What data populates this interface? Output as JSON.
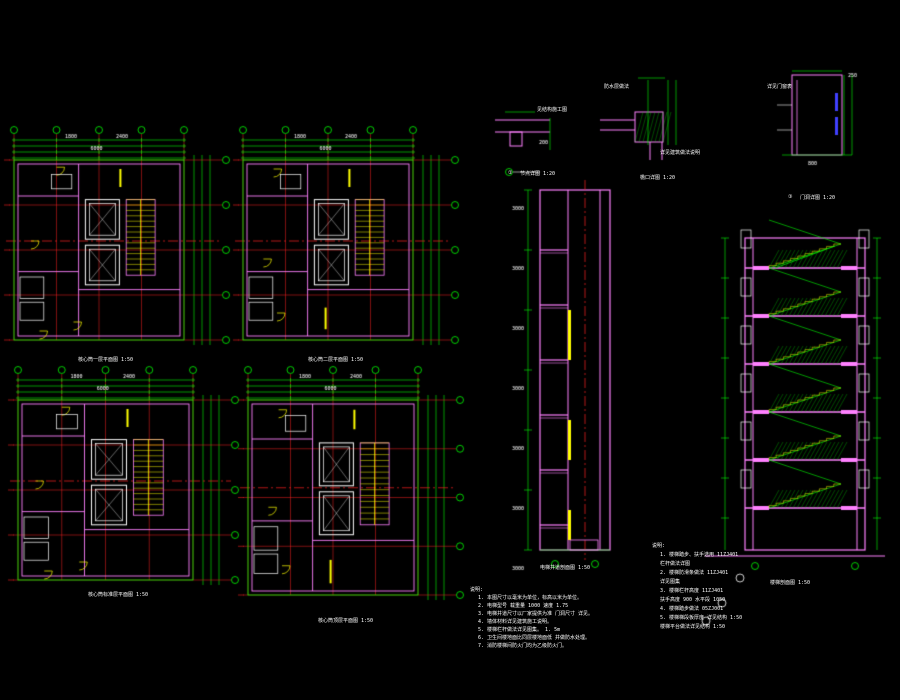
{
  "colors": {
    "background": "#000000",
    "wall": "#ff80ff",
    "dimension": "#00ff00",
    "axis": "#ff2020",
    "text": "#ffffff",
    "highlight": "#ffff00",
    "equipment": "#ffffff",
    "hatch": "#00ff00"
  },
  "labels": {
    "plan_1": "核心筒一层平面图 1:50",
    "plan_2": "核心筒二层平面图 1:50",
    "plan_3": "核心筒标准层平面图 1:50",
    "plan_4": "核心筒顶层平面图 1:50",
    "section_elevator": "电梯井道剖面图 1:50",
    "section_stair": "楼梯剖面图 1:50",
    "detail_1": "①",
    "detail_1_title": "节点详图 1:20",
    "detail_2": "②",
    "detail_2_title": "檐口详图 1:20",
    "detail_3": "③",
    "detail_3_title": "门洞详图 1:20",
    "detail_1_callout": "见结构施工图",
    "detail_2_callout_a": "防水层做法",
    "detail_2_callout_b": "详见建筑做法说明",
    "detail_3_callout": "详见门窗表"
  },
  "notes_left": {
    "title": "说明:",
    "lines": [
      "1. 本图尺寸以毫米为单位，标高以米为单位。",
      "2. 电梯型号     载重量    1000    速度  1.75",
      "3. 电梯井道尺寸以厂家提供为准      门洞尺寸    详见。",
      "4. 墙体材料详见建筑施工说明。",
      "5. 楼梯栏杆做法详见图集。    1. 5m",
      "6. 卫生间楼地面比同层楼地面低     并做防水处理。",
      "7. 消防楼梯间防火门均为乙级防火门。"
    ]
  },
  "notes_right": {
    "title": "说明:",
    "lines": [
      "1. 楼梯踏步、扶手选用  11ZJ401",
      "   栏杆做法详图",
      "2. 楼梯防滑条做法  11ZJ401",
      "   详见图集",
      "3. 楼梯栏杆高度  11ZJ401",
      "   扶手高度  900  水平段  1050",
      "4. 楼梯踏步做法  05ZJ001",
      "5. 楼梯梯段板厚度  详见结构  1:50",
      "   楼梯平台做法详见结构  1:50"
    ]
  }
}
